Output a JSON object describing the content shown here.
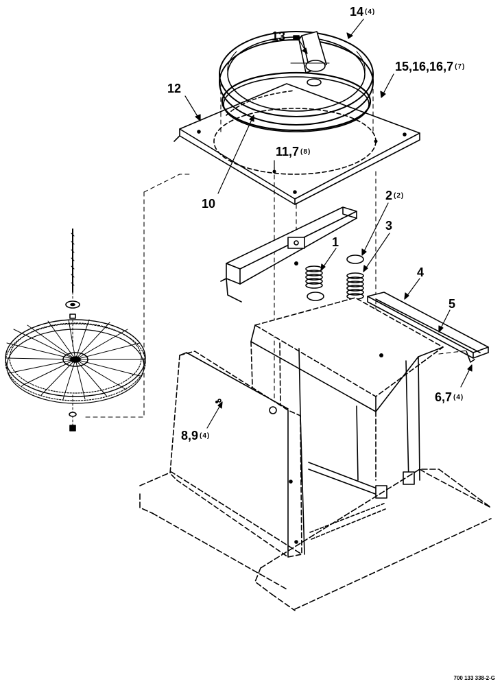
{
  "callouts": [
    {
      "id": "c14",
      "number": "14",
      "qty": "(4)"
    },
    {
      "id": "c13",
      "number": "13",
      "qty": ""
    },
    {
      "id": "c15",
      "number": "15,16,16,7",
      "qty": "(7)"
    },
    {
      "id": "c12",
      "number": "12",
      "qty": ""
    },
    {
      "id": "c11",
      "number": "11,7",
      "qty": "(8)"
    },
    {
      "id": "c10",
      "number": "10",
      "qty": ""
    },
    {
      "id": "c2",
      "number": "2",
      "qty": "(2)"
    },
    {
      "id": "c1",
      "number": "1",
      "qty": ""
    },
    {
      "id": "c3",
      "number": "3",
      "qty": ""
    },
    {
      "id": "c4",
      "number": "4",
      "qty": ""
    },
    {
      "id": "c5",
      "number": "5",
      "qty": ""
    },
    {
      "id": "c6",
      "number": "6,7",
      "qty": "(4)"
    },
    {
      "id": "c8",
      "number": "8,9",
      "qty": "(4)"
    }
  ],
  "drawing_id": "700 133 338-2-G"
}
